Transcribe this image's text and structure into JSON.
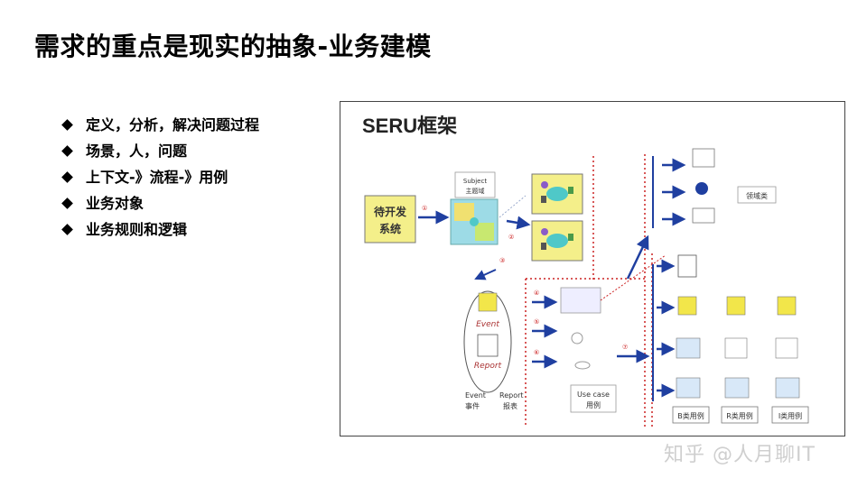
{
  "slide": {
    "title": "需求的重点是现实的抽象-业务建模",
    "bullets": [
      "定义，分析，解决问题过程",
      "场景，人，问题",
      "上下文-》流程-》用例",
      "业务对象",
      "业务规则和逻辑"
    ]
  },
  "diagram": {
    "heading": "SERU框架",
    "system_box": [
      "待开发",
      "系统"
    ],
    "subject": [
      "Subject",
      "主题域"
    ],
    "step_labels": [
      "①",
      "②",
      "③",
      "④",
      "⑤",
      "⑥",
      "⑦"
    ],
    "event_label": "Event",
    "report_label": "Report",
    "bottom_left": [
      "Event",
      "事件"
    ],
    "bottom_mid": [
      "Report",
      "报表"
    ],
    "usecase": [
      "Use case",
      "用例"
    ],
    "domain_class": "领域类",
    "category_labels": [
      "B类用例",
      "R类用例",
      "I类用例"
    ],
    "colors": {
      "yellow": "#f4ef8a",
      "teal": "#4fc8c8",
      "arrow": "#1f3fa0",
      "dotted": "#cc2222",
      "sticky": "#f2e64a"
    }
  },
  "watermark": "知乎 @人月聊IT"
}
